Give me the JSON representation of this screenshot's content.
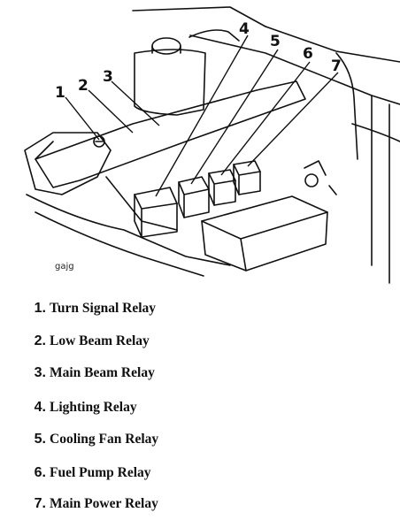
{
  "diagram": {
    "watermark": "gajg",
    "callouts": [
      "1",
      "2",
      "3",
      "4",
      "5",
      "6",
      "7"
    ]
  },
  "legend": [
    {
      "number": "1.",
      "label": "Turn Signal Relay"
    },
    {
      "number": "2.",
      "label": "Low Beam Relay"
    },
    {
      "number": "3.",
      "label": "Main Beam Relay"
    },
    {
      "number": "4.",
      "label": "Lighting Relay"
    },
    {
      "number": "5.",
      "label": "Cooling Fan Relay"
    },
    {
      "number": "6.",
      "label": "Fuel Pump Relay"
    },
    {
      "number": "7.",
      "label": "Main Power Relay"
    }
  ]
}
